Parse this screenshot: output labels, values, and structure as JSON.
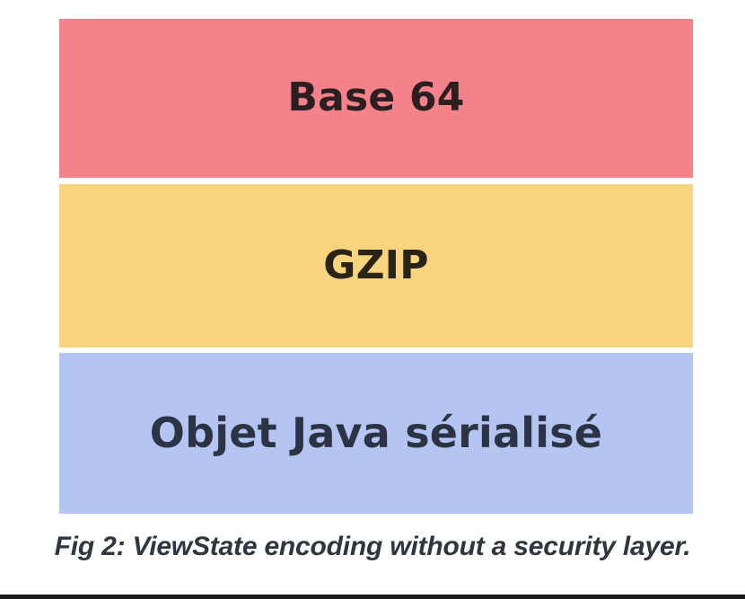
{
  "figure": {
    "id": "fig-2",
    "caption": "Fig 2: ViewState encoding without a security layer.",
    "background_color": "#ffffff",
    "layers": [
      {
        "label": "Base 64",
        "color": "#f4828b",
        "text_color": "#2b1f20",
        "order": 1,
        "role": "outermost-encoding"
      },
      {
        "label": "GZIP",
        "color": "#f7d47d",
        "text_color": "#2a2418",
        "order": 2,
        "role": "compression"
      },
      {
        "label": "Objet Java sérialisé",
        "color": "#b4c5f2",
        "text_color": "#2b3344",
        "order": 3,
        "role": "innermost-payload"
      }
    ]
  },
  "chart_data": {
    "type": "bar",
    "title": "Fig 2: ViewState encoding without a security layer.",
    "orientation": "stacked-horizontal-bands",
    "categories": [
      "Base 64",
      "GZIP",
      "Objet Java sérialisé"
    ],
    "values": [
      1,
      1,
      1
    ],
    "colors": [
      "#f4828b",
      "#f7d47d",
      "#b4c5f2"
    ],
    "xlabel": "",
    "ylabel": "",
    "grid": false,
    "legend": "none"
  }
}
